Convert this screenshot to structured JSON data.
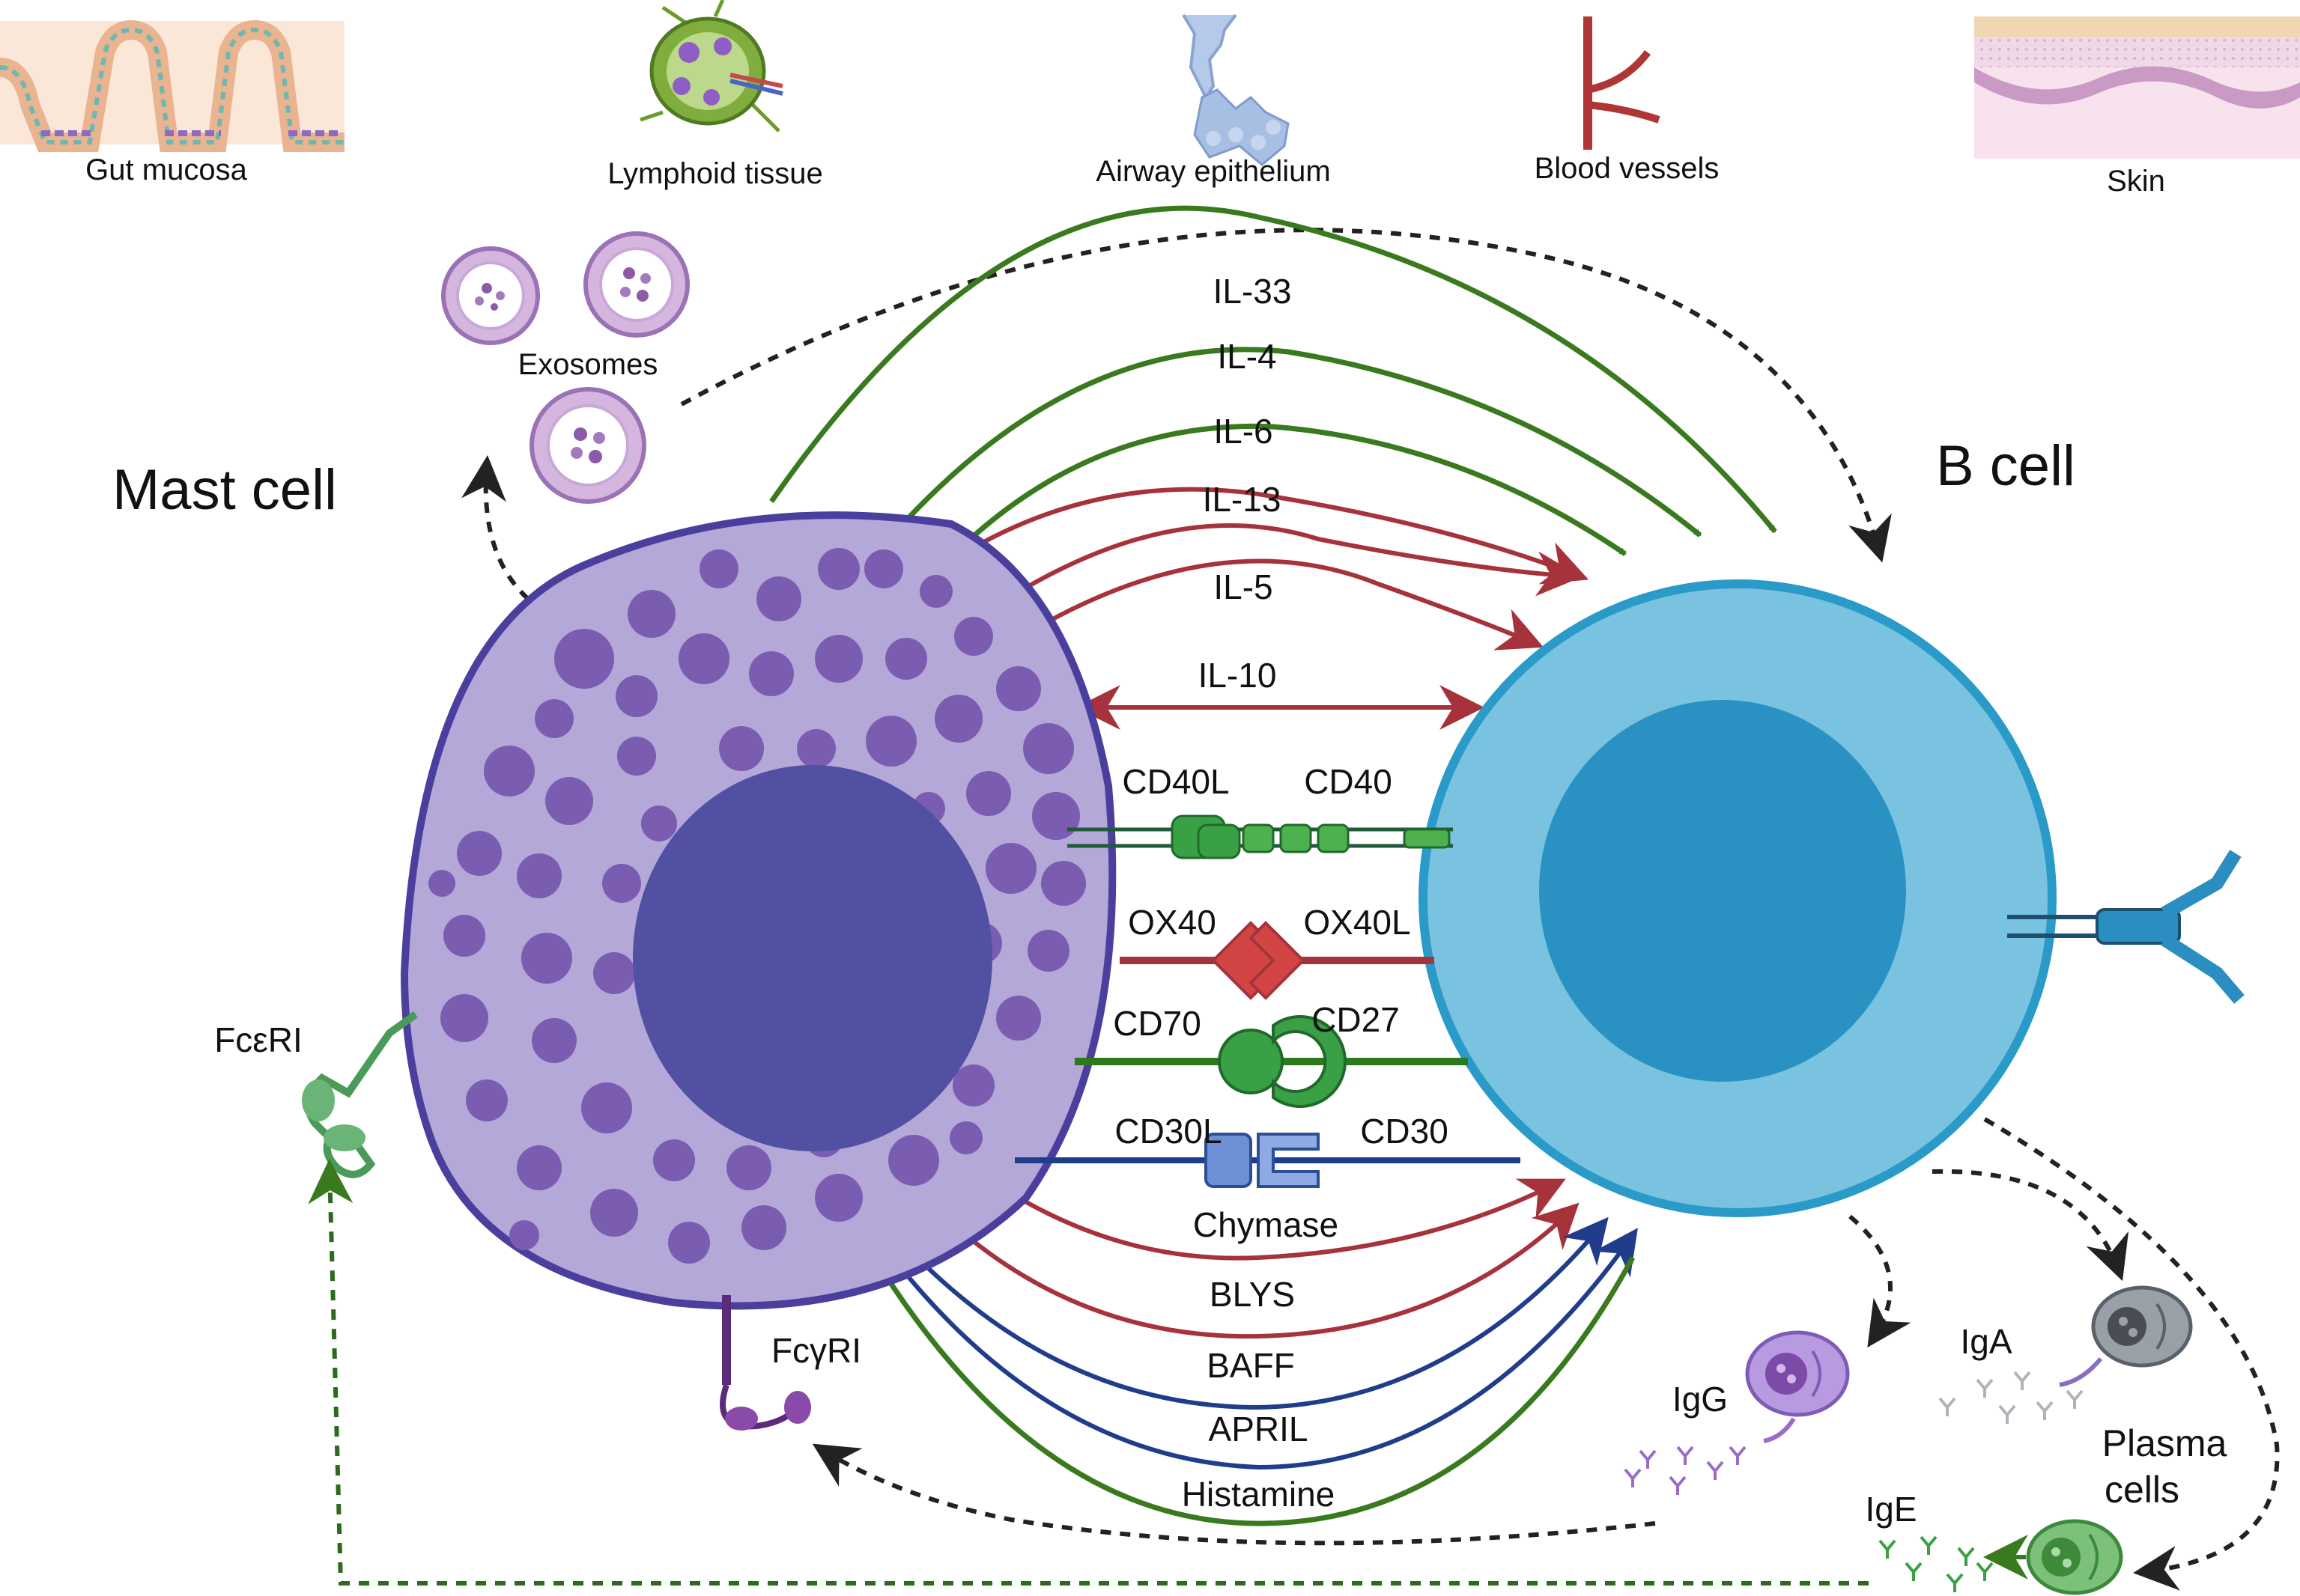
{
  "tissues": [
    {
      "label": "Gut mucosa",
      "icon": "gut-mucosa-icon"
    },
    {
      "label": "Lymphoid tissue",
      "icon": "lymph-node-icon"
    },
    {
      "label": "Airway epithelium",
      "icon": "airway-icon"
    },
    {
      "label": "Blood vessels",
      "icon": "blood-vessel-icon"
    },
    {
      "label": "Skin",
      "icon": "skin-icon"
    }
  ],
  "cells": {
    "mast_cell": "Mast cell",
    "b_cell": "B cell",
    "exosomes": "Exosomes",
    "plasma_cells_line1": "Plasma",
    "plasma_cells_line2": "cells"
  },
  "cytokines": {
    "green": [
      "IL-33",
      "IL-4"
    ],
    "red": [
      "IL-6",
      "IL-13",
      "IL-5"
    ],
    "bidirectional": "IL-10"
  },
  "receptor_pairs": [
    {
      "left": "CD40L",
      "right": "CD40"
    },
    {
      "left": "OX40",
      "right": "OX40L"
    },
    {
      "left": "CD70",
      "right": "CD27"
    },
    {
      "left": "CD30L",
      "right": "CD30"
    }
  ],
  "mediators": [
    "Chymase",
    "BLYS",
    "BAFF",
    "APRIL",
    "Histamine"
  ],
  "receptors": {
    "fce": "FcεRI",
    "fcg": "FcγRI"
  },
  "antibodies": {
    "igg": "IgG",
    "iga": "IgA",
    "ige": "IgE"
  },
  "colors": {
    "mast_fill": "#b3a8d8",
    "mast_border": "#4b3f9e",
    "granule": "#7a5cb0",
    "mast_nucleus": "#5150a3",
    "bcell_fill": "#7ac3e0",
    "bcell_border": "#2a9ac8",
    "bcell_nucleus": "#2a92c2",
    "green_arrow": "#3a7a1e",
    "red_arrow": "#a6323c",
    "blue_arrow": "#1f3d8a",
    "dashed": "#222222"
  }
}
